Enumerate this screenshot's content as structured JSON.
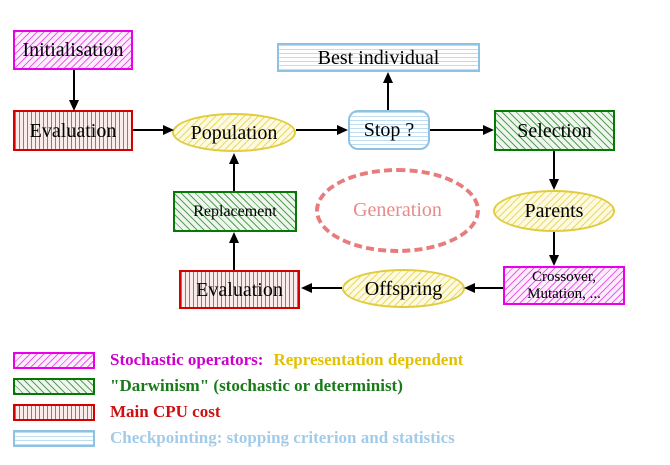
{
  "nodes": {
    "initialisation": {
      "label": "Initialisation",
      "pattern": "magenta-diagonal-hatch"
    },
    "evaluation_top": {
      "label": "Evaluation",
      "pattern": "red-vertical-hatch"
    },
    "population": {
      "label": "Population",
      "pattern": "yellow-diagonal-hatch"
    },
    "best_individual": {
      "label": "Best individual",
      "pattern": "cyan-horizontal-hatch"
    },
    "stop": {
      "label": "Stop ?",
      "pattern": "cyan-horizontal-hatch"
    },
    "selection": {
      "label": "Selection",
      "pattern": "green-diagonal-hatch"
    },
    "replacement": {
      "label": "Replacement",
      "pattern": "green-diagonal-hatch"
    },
    "generation": {
      "label": "Generation",
      "pattern": "salmon-dashed-outline"
    },
    "parents": {
      "label": "Parents",
      "pattern": "yellow-diagonal-hatch"
    },
    "evaluation_bottom": {
      "label": "Evaluation",
      "pattern": "red-vertical-hatch"
    },
    "offspring": {
      "label": "Offspring",
      "pattern": "yellow-diagonal-hatch"
    },
    "crossover_mutation": {
      "label": "Crossover,\nMutation, ...",
      "pattern": "magenta-diagonal-hatch"
    }
  },
  "legend": {
    "items": [
      {
        "swatch": "magenta-diagonal-hatch",
        "text": "Stochastic operators:",
        "text2": "Representation dependent",
        "text_color": "#CC00CC",
        "text2_color": "#E3C000"
      },
      {
        "swatch": "green-diagonal-hatch",
        "text": "\"Darwinism\" (stochastic or determinist)",
        "text_color": "#1A7A1A"
      },
      {
        "swatch": "red-vertical-hatch",
        "text": "Main CPU cost",
        "text_color": "#CC1111"
      },
      {
        "swatch": "cyan-horizontal-hatch",
        "text": "Checkpointing: stopping criterion and statistics",
        "text_color": "#A3CBE8"
      }
    ]
  },
  "colors": {
    "magenta_border": "#E800E8",
    "green_border": "#067806",
    "red_border": "#D40000",
    "cyan_border": "#8FC2E2",
    "yellow_border": "#E0CC3C",
    "salmon_dashed": "#E87C7C",
    "arrow": "#000000",
    "background": "#FFFFFF"
  }
}
